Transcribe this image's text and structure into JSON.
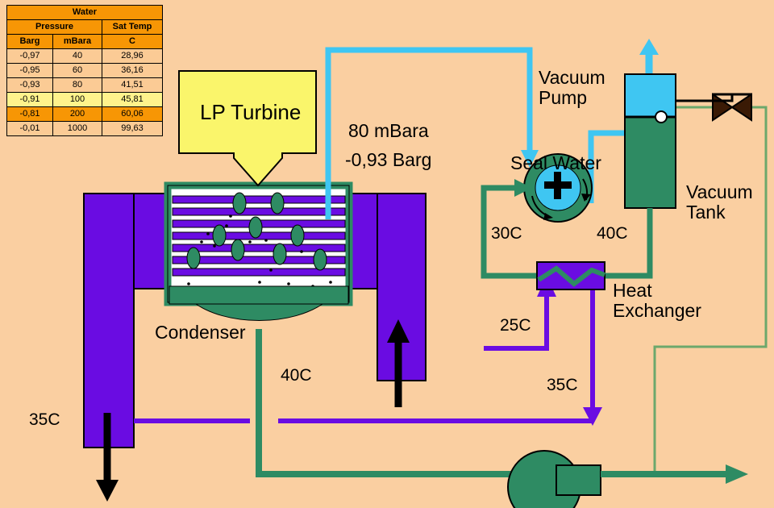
{
  "page": {
    "background_color": "#FACFA1",
    "title": "Condenser / Vacuum Pump Seal Water Cooling Schematic"
  },
  "table": {
    "name": "water-properties-table",
    "title": "Water",
    "group_headers": [
      "Pressure",
      "Sat Temp"
    ],
    "columns": [
      "Barg",
      "mBara",
      "C"
    ],
    "rows": [
      {
        "barg": "-0,97",
        "mbara": "40",
        "sat_temp": "28,96",
        "highlight": "none"
      },
      {
        "barg": "-0,95",
        "mbara": "60",
        "sat_temp": "36,16",
        "highlight": "none"
      },
      {
        "barg": "-0,93",
        "mbara": "80",
        "sat_temp": "41,51",
        "highlight": "none"
      },
      {
        "barg": "-0,91",
        "mbara": "100",
        "sat_temp": "45,81",
        "highlight": "yellow"
      },
      {
        "barg": "-0,81",
        "mbara": "200",
        "sat_temp": "60,06",
        "highlight": "orange"
      },
      {
        "barg": "-0,01",
        "mbara": "1000",
        "sat_temp": "99,63",
        "highlight": "none"
      }
    ],
    "header_color": "#F79605",
    "row_color": "#FBCB95",
    "highlight_yellow": "#FFF38C",
    "highlight_orange": "#F79605"
  },
  "labels": {
    "lp_turbine": "LP Turbine",
    "pressure_abs": "80 mBara",
    "pressure_gauge": "-0,93 Barg",
    "vacuum_pump": "Vacuum\nPump",
    "seal_water": "Seal Water",
    "vacuum_tank": "Vacuum\nTank",
    "condenser": "Condenser",
    "heat_exchanger": "Heat\nExchanger",
    "temp_30c": "30C",
    "temp_40c_pump": "40C",
    "temp_25c": "25C",
    "temp_35c_hx": "35C",
    "temp_40c_condensate": "40C",
    "temp_35c_cw": "35C"
  },
  "colors": {
    "steam_cyan": "#3FC6F2",
    "water_green": "#2E8B63",
    "cooling_purple": "#6A0CE2",
    "turbine_yellow": "#FAF56B",
    "makeup_line_green": "#6CA86C",
    "outline_black": "#000000",
    "condenser_white": "#FFFFFF"
  },
  "equipment": [
    {
      "id": "lp-turbine",
      "label": "LP Turbine",
      "shape": "box-with-down-arrow",
      "color": "#FAF56B"
    },
    {
      "id": "condenser",
      "label": "Condenser",
      "shape": "shell-and-tube",
      "color": "#6A0CE2"
    },
    {
      "id": "vacuum-pump",
      "label": "Seal Water",
      "shape": "liquid-ring-pump",
      "color": "#2E8B63"
    },
    {
      "id": "vacuum-tank",
      "label": "Vacuum Tank",
      "shape": "tank",
      "color": "#2E8B63"
    },
    {
      "id": "heat-exchanger",
      "label": "Heat Exchanger",
      "shape": "plate-hx",
      "color": "#6A0CE2"
    },
    {
      "id": "condensate-pump",
      "label": "",
      "shape": "centrifugal-pump",
      "color": "#2E8B63"
    },
    {
      "id": "control-valve",
      "label": "",
      "shape": "bowtie-valve",
      "color": "#000000"
    }
  ],
  "streams": [
    {
      "name": "air-vapour-extraction",
      "from": "condenser",
      "to": "vacuum-pump",
      "color": "#3FC6F2",
      "temp": ""
    },
    {
      "name": "pump-exhaust",
      "from": "vacuum-pump",
      "to": "vacuum-tank",
      "color": "#3FC6F2",
      "temp": ""
    },
    {
      "name": "tank-vent",
      "from": "vacuum-tank",
      "to": "atmosphere",
      "color": "#3FC6F2",
      "temp": ""
    },
    {
      "name": "seal-water-hot",
      "from": "vacuum-tank",
      "to": "heat-exchanger",
      "color": "#2E8B63",
      "temp": "40C"
    },
    {
      "name": "seal-water-cold",
      "from": "heat-exchanger",
      "to": "vacuum-pump",
      "color": "#2E8B63",
      "temp": "30C"
    },
    {
      "name": "cooling-water-in",
      "from": "supply",
      "to": "heat-exchanger",
      "color": "#6A0CE2",
      "temp": "25C"
    },
    {
      "name": "cooling-water-out",
      "from": "heat-exchanger",
      "to": "return",
      "color": "#6A0CE2",
      "temp": "35C"
    },
    {
      "name": "condenser-cw",
      "from": "condenser",
      "to": "return",
      "color": "#6A0CE2",
      "temp": "35C"
    },
    {
      "name": "condensate",
      "from": "condenser",
      "to": "condensate-pump",
      "color": "#2E8B63",
      "temp": "40C"
    },
    {
      "name": "makeup-water",
      "from": "control-valve",
      "to": "vacuum-tank",
      "color": "#6CA86C",
      "temp": ""
    }
  ]
}
